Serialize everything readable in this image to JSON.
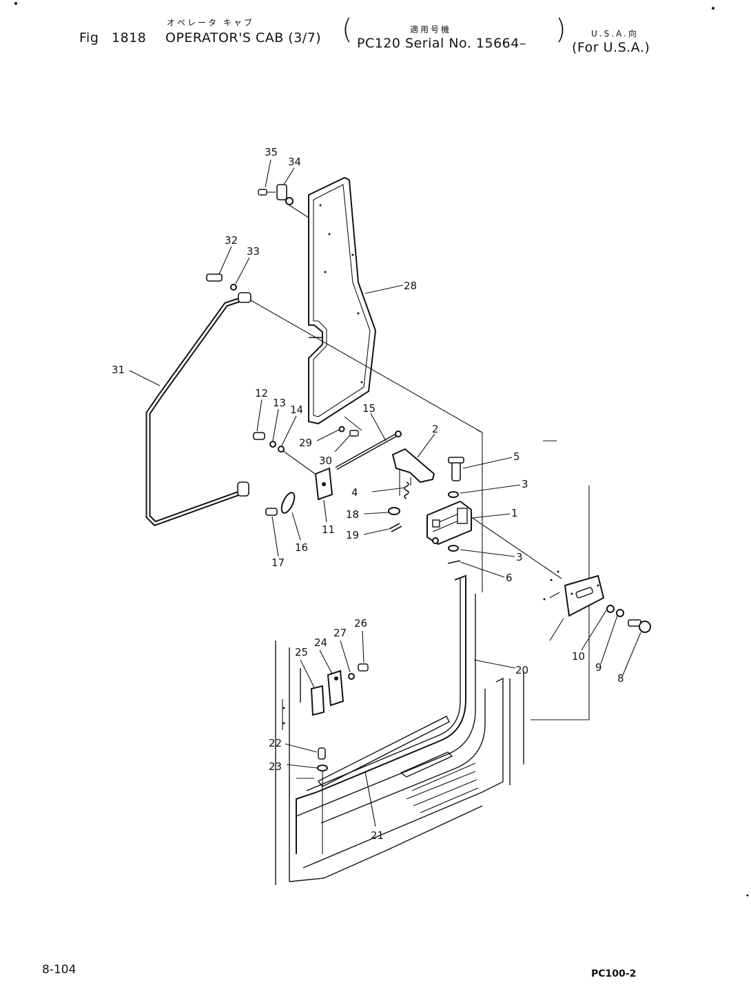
{
  "header": {
    "fig_label": "Fig",
    "fig_number": "1818",
    "title_jp": "オペレータ キャブ",
    "title": "OPERATOR'S CAB (3/7)",
    "applicable_jp": "適用号機",
    "model_serial": "PC120 Serial No. 15664–",
    "market_jp": "U.S.A.向",
    "market": "(For U.S.A.)"
  },
  "callouts": [
    "1",
    "2",
    "3",
    "4",
    "5",
    "6",
    "8",
    "9",
    "10",
    "11",
    "12",
    "13",
    "14",
    "15",
    "16",
    "17",
    "18",
    "19",
    "20",
    "21",
    "22",
    "23",
    "24",
    "25",
    "26",
    "27",
    "28",
    "29",
    "30",
    "31",
    "32",
    "33",
    "34",
    "35"
  ],
  "footer": {
    "page": "8-104",
    "model": "PC100-2"
  }
}
